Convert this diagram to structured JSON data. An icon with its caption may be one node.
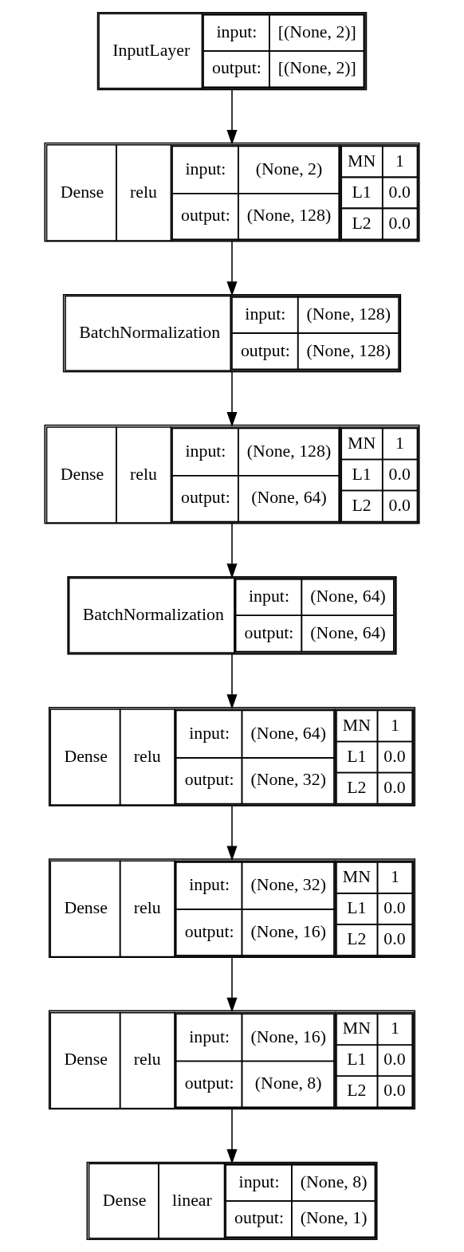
{
  "diagram": {
    "nodes": [
      {
        "text": [
          "InputLayer",
          "input:",
          "[(None, 2)]",
          "output:",
          "[(None, 2)]"
        ]
      },
      {
        "text": [
          "Dense",
          "relu",
          "input:",
          "(None, 2)",
          "output:",
          "(None, 128)",
          "MN",
          "1",
          "L1",
          "0.0",
          "L2",
          "0.0"
        ]
      },
      {
        "text": [
          "BatchNormalization",
          "input:",
          "(None, 128)",
          "output:",
          "(None, 128)"
        ]
      },
      {
        "text": [
          "Dense",
          "relu",
          "input:",
          "(None, 128)",
          "output:",
          "(None, 64)",
          "MN",
          "1",
          "L1",
          "0.0",
          "L2",
          "0.0"
        ]
      },
      {
        "text": [
          "BatchNormalization",
          "input:",
          "(None, 64)",
          "output:",
          "(None, 64)"
        ]
      },
      {
        "text": [
          "Dense",
          "relu",
          "input:",
          "(None, 64)",
          "output:",
          "(None, 32)",
          "MN",
          "1",
          "L1",
          "0.0",
          "L2",
          "0.0"
        ]
      },
      {
        "text": [
          "Dense",
          "relu",
          "input:",
          "(None, 32)",
          "output:",
          "(None, 16)",
          "MN",
          "1",
          "L1",
          "0.0",
          "L2",
          "0.0"
        ]
      },
      {
        "text": [
          "Dense",
          "relu",
          "input:",
          "(None, 16)",
          "output:",
          "(None, 8)",
          "MN",
          "1",
          "L1",
          "0.0",
          "L2",
          "0.0"
        ]
      },
      {
        "text": [
          "Dense",
          "linear",
          "input:",
          "(None, 8)",
          "output:",
          "(None, 1)"
        ]
      }
    ],
    "edges": [
      {
        "from": 0,
        "to": 1,
        "arrow": "to"
      },
      {
        "from": 1,
        "to": 2,
        "arrow": "to"
      },
      {
        "from": 2,
        "to": 3,
        "arrow": "to"
      },
      {
        "from": 3,
        "to": 4,
        "arrow": "to"
      },
      {
        "from": 4,
        "to": 5,
        "arrow": "to"
      },
      {
        "from": 5,
        "to": 6,
        "arrow": "to"
      },
      {
        "from": 6,
        "to": 7,
        "arrow": "to"
      },
      {
        "from": 7,
        "to": 8,
        "arrow": "to"
      }
    ]
  }
}
